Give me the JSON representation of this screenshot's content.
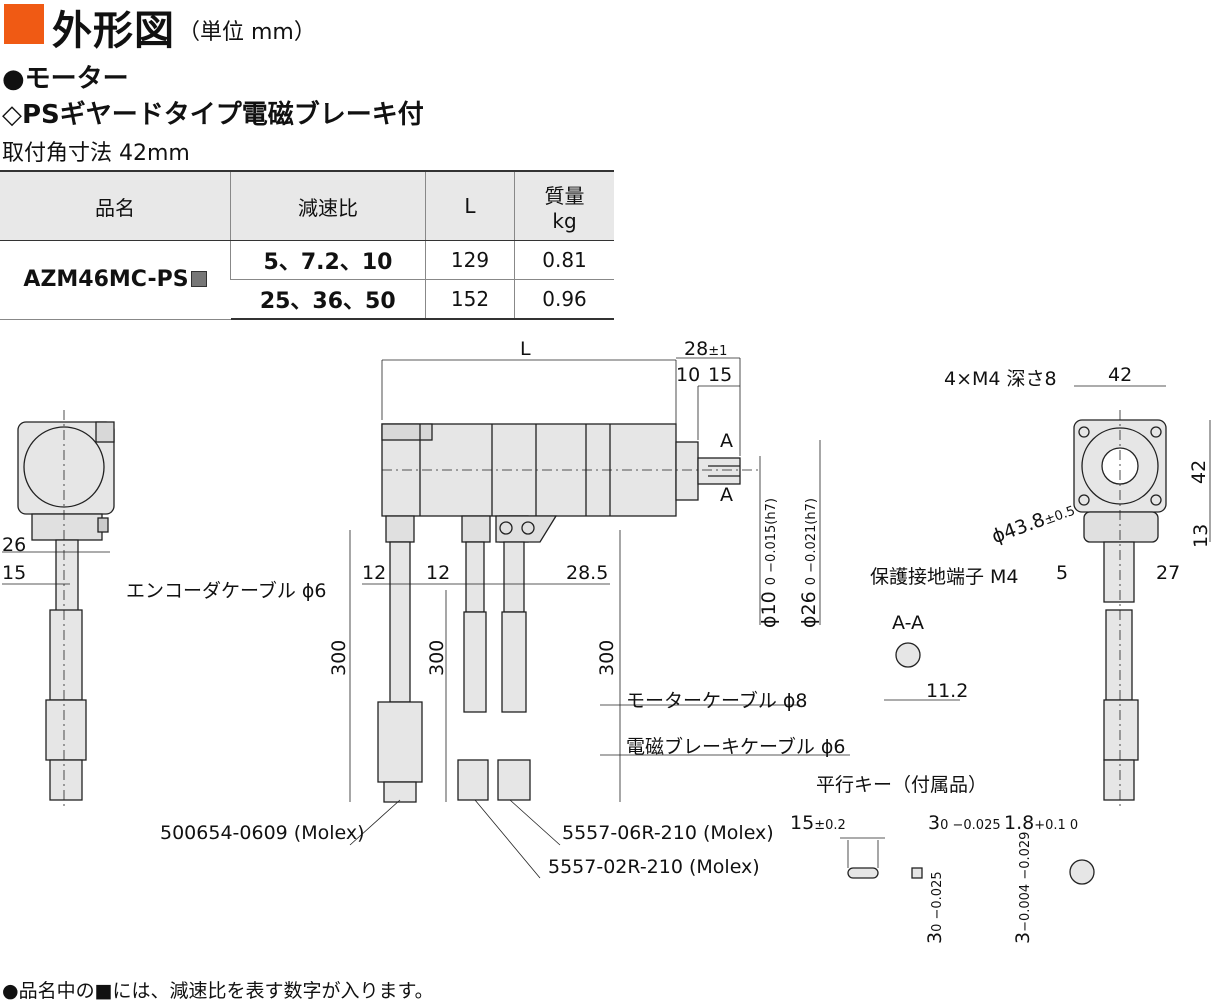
{
  "header": {
    "title": "外形図",
    "unit": "（単位 mm）",
    "section": "●モーター",
    "subsection": "◇PSギヤードタイプ電磁ブレーキ付",
    "mount": "取付角寸法 42mm"
  },
  "table": {
    "headers": [
      "品名",
      "減速比",
      "L",
      "質量",
      "kg"
    ],
    "product": "AZM46MC-PS",
    "rows": [
      {
        "ratio": "5、7.2、10",
        "L": "129",
        "mass": "0.81"
      },
      {
        "ratio": "25、36、50",
        "L": "152",
        "mass": "0.96"
      }
    ]
  },
  "dims": {
    "L": "L",
    "d28": "28",
    "d28tol": "±1",
    "d10": "10",
    "d15": "15",
    "A": "A",
    "A2": "A",
    "m4": "4×M4 深さ8",
    "d42a": "42",
    "d42b": "42",
    "d13": "13",
    "pcd": "ϕ43.8",
    "pcdtol": "±0.5",
    "ground": "保護接地端子 M4",
    "d5": "5",
    "d27": "27",
    "d26": "26",
    "d15b": "15",
    "d12a": "12",
    "d12b": "12",
    "d285": "28.5",
    "encoder": "エンコーダケーブル ϕ6",
    "motorcable": "モーターケーブル ϕ8",
    "brakecable": "電磁ブレーキケーブル ϕ6",
    "d300a": "300",
    "d300b": "300",
    "d300c": "300",
    "shaft10": "ϕ10",
    "shaft10tol": "0 −0.015(h7)",
    "shaft26": "ϕ26",
    "shaft26tol": "0 −0.021(h7)",
    "aa": "A-A",
    "d112": "11.2",
    "conn1": "500654-0609 (Molex)",
    "conn2": "5557-06R-210 (Molex)",
    "conn3": "5557-02R-210 (Molex)",
    "key": "平行キー（付属品）",
    "key15": "15",
    "key15tol": "±0.2",
    "key3": "3",
    "key3tol": "0 −0.025",
    "key18": "1.8",
    "key18tol": "+0.1 0",
    "key3v": "3",
    "key3vtol": "0 −0.025",
    "key3v2": "3",
    "key3v2tol": "−0.004 −0.029"
  },
  "footnote": "●品名中の■には、減速比を表す数字が入ります。"
}
